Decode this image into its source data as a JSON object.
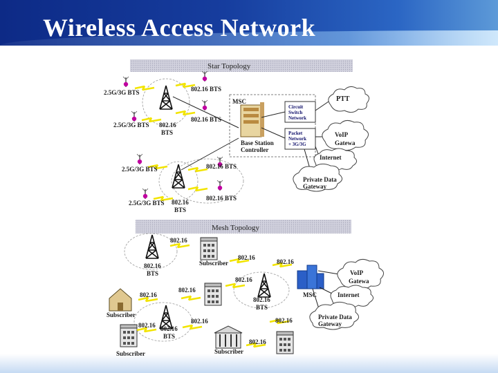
{
  "slide": {
    "title": "Wireless Access Network"
  },
  "star": {
    "header": "Star Topology",
    "bts_left": [
      "2.5G/3G BTS",
      "2.5G/3G BTS",
      "2.5G/3G BTS",
      "2.5G/3G BTS"
    ],
    "bts_802_top": "802.16 BTS",
    "bts_802_mid": "802.16 BTS",
    "bts_802_a": "802.16",
    "bts_802_a_sub": "BTS",
    "bts_802_b": "802.16 BTS",
    "bts_802_c": "802.16",
    "bts_802_c_sub": "BTS",
    "bts_802_d": "802.16 BTS",
    "msc": "MSC",
    "controller_1": "Base Station",
    "controller_2": "Controller",
    "circuit_1": "Circuit",
    "circuit_2": "Switch",
    "circuit_3": "Network",
    "packet_1": "Packet",
    "packet_2": "Network",
    "packet_3": "+ 3G/3G",
    "ptt": "PTT",
    "voip_1": "VoIP",
    "voip_2": "Gatewa",
    "internet": "Internet",
    "pdg_1": "Private Data",
    "pdg_2": "Gateway"
  },
  "mesh": {
    "header": "Mesh Topology",
    "link_labels": [
      "802.16",
      "802.16",
      "802.16",
      "802.16",
      "802.16",
      "802.16",
      "802.16",
      "802.16",
      "802.16",
      "802.16"
    ],
    "bts_a": "802.16",
    "bts_a_sub": "BTS",
    "bts_b": "802.16",
    "bts_b_sub": "BTS",
    "bts_c": "802.16",
    "bts_c_sub": "BTS",
    "subscribers": [
      "Subscriber",
      "Subscriber",
      "Subscriber",
      "Subscriber"
    ],
    "msc": "MSC",
    "voip_1": "VoIP",
    "voip_2": "Gatewa",
    "internet": "Internet",
    "pdg_1": "Private Data",
    "pdg_2": "Gateway"
  },
  "colors": {
    "header_blue": "#163d9e",
    "bolt_yellow": "#f2e400",
    "antenna_magenta": "#c000a0",
    "band_gray": "#c9c9d6"
  }
}
